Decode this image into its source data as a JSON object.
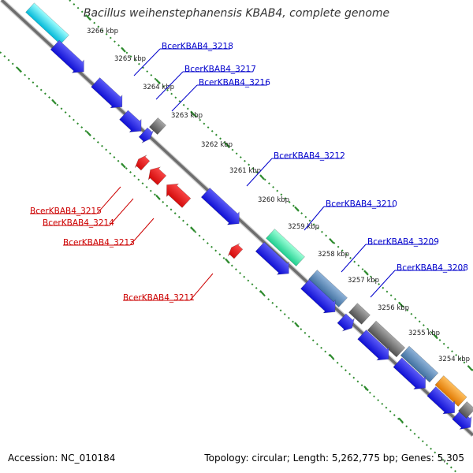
{
  "title": "Bacillus weihenstephanensis KBAB4, complete genome",
  "footer": {
    "accession": "Accession: NC_010184",
    "topology": "Topology: circular; Length: 5,262,775 bp; Genes: 5,305"
  },
  "colors": {
    "forward_label": "#0000cc",
    "reverse_label": "#cc0000",
    "tick": "#2e8b2e",
    "backbone": "#777777"
  },
  "kbp_labels": [
    "3266 kbp",
    "3265 kbp",
    "3264 kbp",
    "3263 kbp",
    "3262 kbp",
    "3261 kbp",
    "3260 kbp",
    "3259 kbp",
    "3258 kbp",
    "3257 kbp",
    "3256 kbp",
    "3255 kbp",
    "3254 kbp"
  ],
  "forward_genes": [
    "BcerKBAB4_3218",
    "BcerKBAB4_3217",
    "BcerKBAB4_3216",
    "BcerKBAB4_3212",
    "BcerKBAB4_3210",
    "BcerKBAB4_3209",
    "BcerKBAB4_3208"
  ],
  "reverse_genes": [
    "BcerKBAB4_3215",
    "BcerKBAB4_3214",
    "BcerKBAB4_3213",
    "BcerKBAB4_3211"
  ]
}
